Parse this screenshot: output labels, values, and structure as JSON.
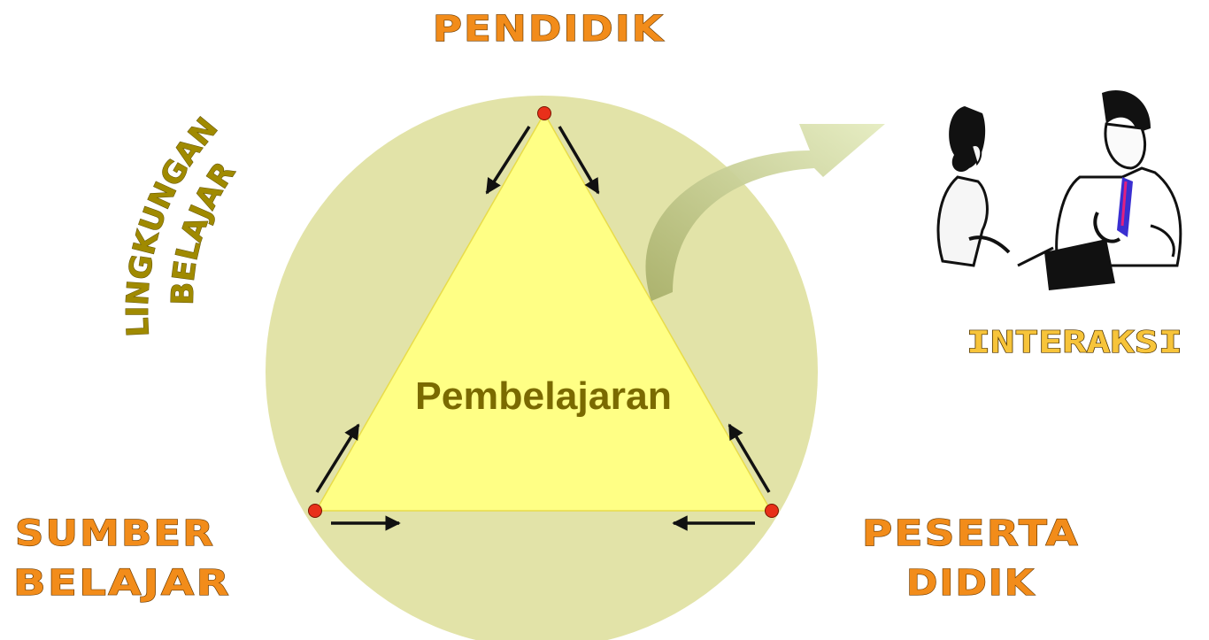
{
  "labels": {
    "top_vertex": "PENDIDIK",
    "left_vertex_line1": "SUMBER",
    "left_vertex_line2": "BELAJAR",
    "right_vertex_line1": "PESERTA",
    "right_vertex_line2": "DIDIK",
    "environment_line1": "LINGKUNGAN",
    "environment_line2": "BELAJAR",
    "center": "Pembelajaran",
    "interaction": "INTERAKSI"
  },
  "colors": {
    "circle": "#e2e3a8",
    "triangle": "#ffff85",
    "vertex_dot": "#e8301a",
    "arrow": "#111111",
    "curved_arrow": "#c2c97e"
  }
}
